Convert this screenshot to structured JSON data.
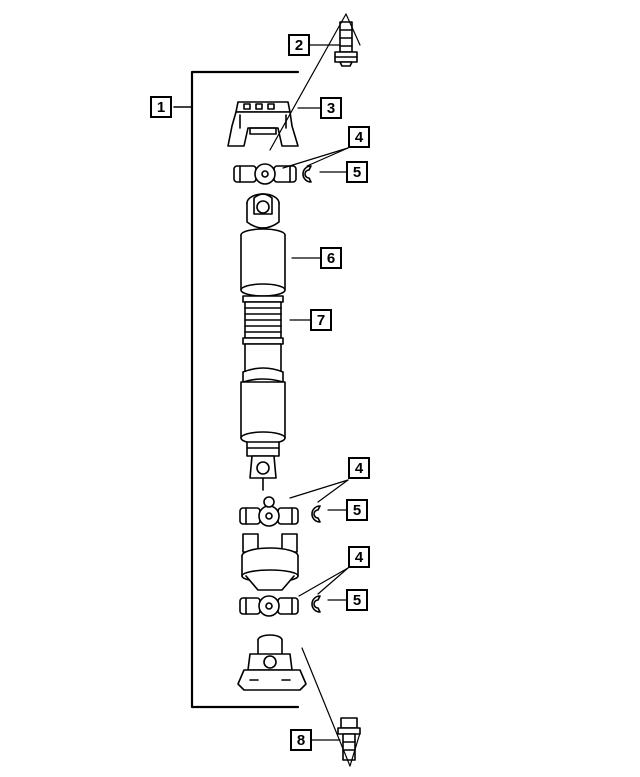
{
  "diagram": {
    "callouts": {
      "c1": "1",
      "c2": "2",
      "c3": "3",
      "c4a": "4",
      "c5a": "5",
      "c6": "6",
      "c7": "7",
      "c4b": "4",
      "c5b": "5",
      "c4c": "4",
      "c5c": "5",
      "c8": "8"
    }
  }
}
